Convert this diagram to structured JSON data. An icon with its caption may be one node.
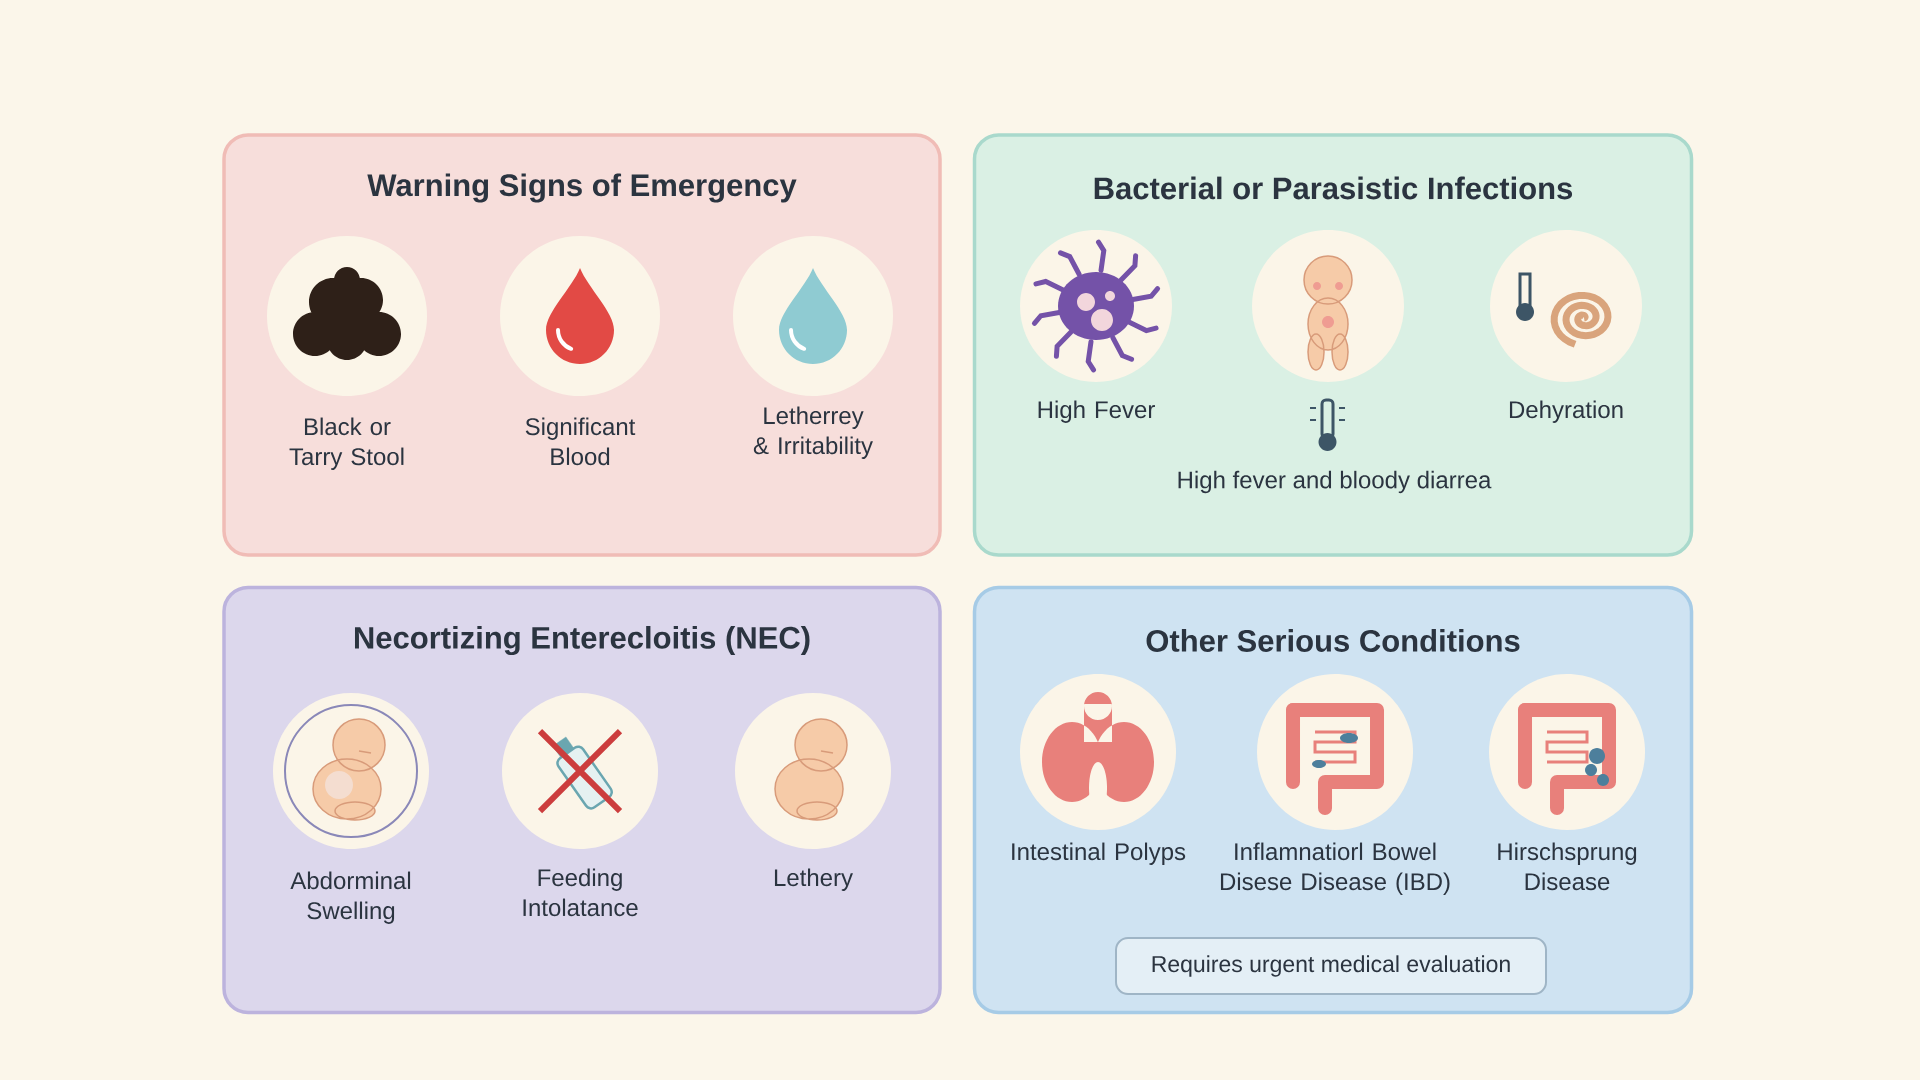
{
  "diagram": {
    "nodes": [
      {
        "text": [
          "Warning Signs of Emergency"
        ]
      },
      {
        "text": [],
        "shape": "circle",
        "in": 0,
        "beside": [
          "Black or Tarry Stool"
        ]
      },
      {
        "text": [],
        "shape": "circle",
        "in": 0,
        "beside": [
          "Significant Blood"
        ]
      },
      {
        "text": [],
        "shape": "circle",
        "in": 0,
        "beside": [
          "Letherrey & Irritability"
        ]
      },
      {
        "text": [
          "Bacterial or Parasistic Infections"
        ]
      },
      {
        "text": [],
        "shape": "circle",
        "in": 4,
        "beside": [
          "High Fever"
        ]
      },
      {
        "text": [],
        "shape": "circle",
        "in": 4
      },
      {
        "text": [],
        "shape": "circle",
        "in": 4,
        "beside": [
          "Dehyration"
        ]
      },
      {
        "text": [
          "Necortizing Enterecloitis (NEC)"
        ]
      },
      {
        "text": [],
        "shape": "circle",
        "in": 8,
        "beside": [
          "Abdorminal Swelling"
        ]
      },
      {
        "text": [],
        "shape": "circle",
        "in": 8,
        "beside": [
          "Feeding Intolatance"
        ]
      },
      {
        "text": [],
        "shape": "circle",
        "in": 8,
        "beside": [
          "Lethery"
        ]
      },
      {
        "text": [
          "Other Serious Conditions"
        ]
      },
      {
        "text": [],
        "shape": "circle",
        "in": 12,
        "beside": [
          "Intestinal Polyps"
        ]
      },
      {
        "text": [],
        "shape": "circle",
        "in": 12,
        "beside": [
          "Inflamnatiorl Bowel Disese Disease (IBD)"
        ]
      },
      {
        "text": [],
        "shape": "circle",
        "in": 12,
        "beside": [
          "Hirschsprung Disease"
        ]
      },
      {
        "text": [
          "Requires urgent medical evaluation"
        ],
        "in": 12
      }
    ],
    "edges": [],
    "labels": [
      "High fever and bloody diarrea"
    ]
  }
}
